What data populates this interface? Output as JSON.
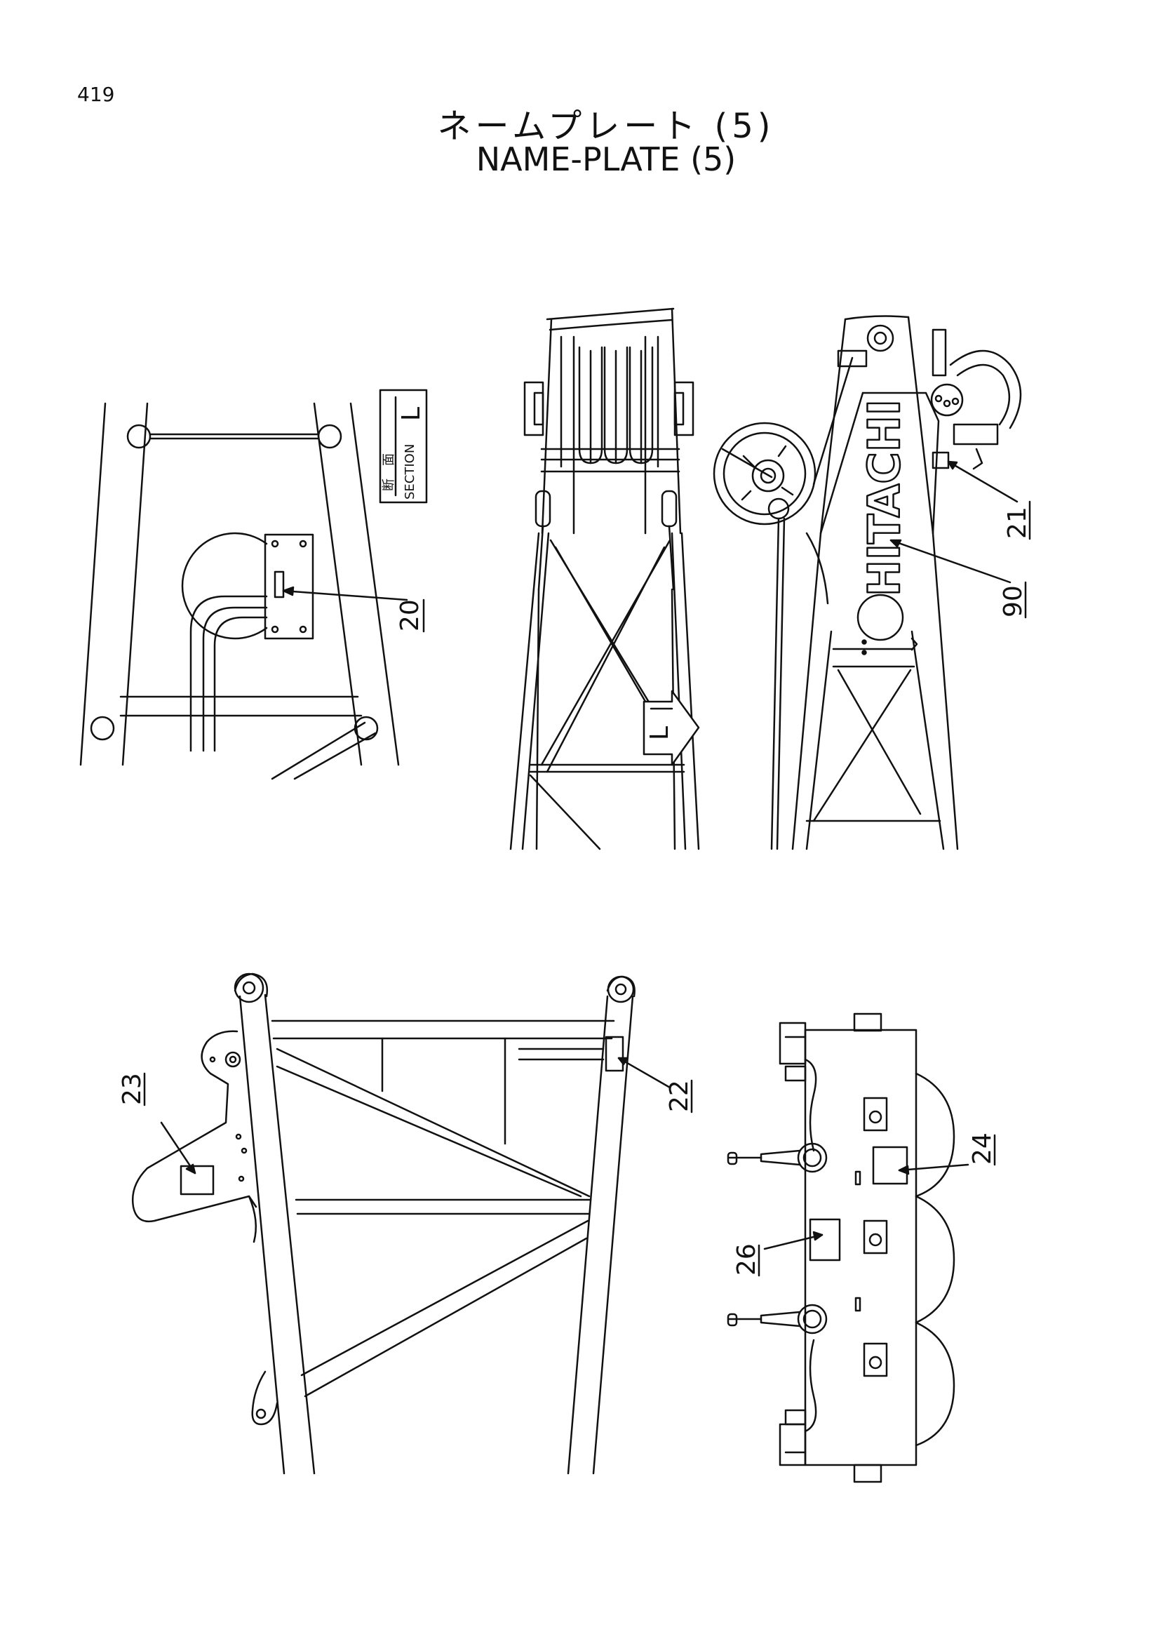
{
  "page": {
    "number": "419",
    "title_jp": "ネームプレート (5)",
    "title_en": "NAME-PLATE (5)"
  },
  "section_box": {
    "kanji": "断　面",
    "word": "SECTION",
    "letter": "L"
  },
  "brand_text": "HITACHI",
  "arrow_letter": "L",
  "callouts": [
    {
      "id": "20",
      "label": "20"
    },
    {
      "id": "21",
      "label": "21"
    },
    {
      "id": "90",
      "label": "90"
    },
    {
      "id": "22",
      "label": "22"
    },
    {
      "id": "23",
      "label": "23"
    },
    {
      "id": "24",
      "label": "24"
    },
    {
      "id": "26",
      "label": "26"
    }
  ]
}
